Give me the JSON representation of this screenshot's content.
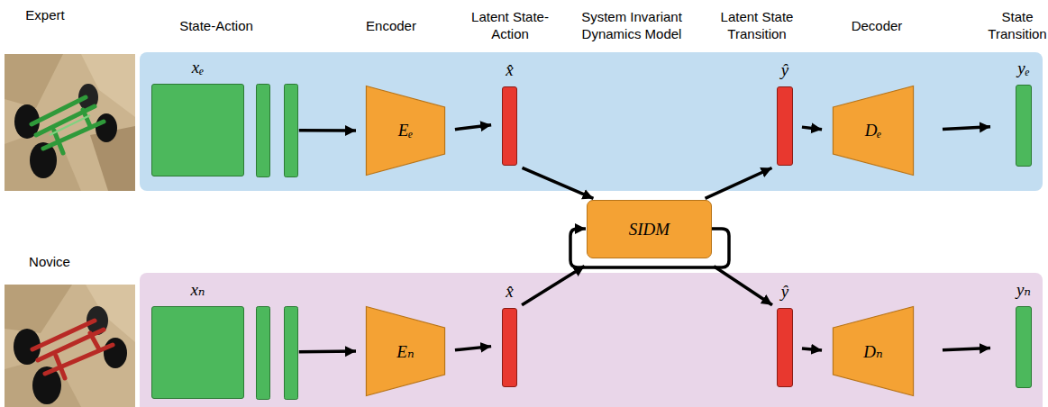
{
  "diagram": {
    "nodes": [
      {
        "text": [
          "xₑ"
        ]
      },
      {
        "text": [
          "Eₑ"
        ]
      },
      {
        "text": [
          "x̂"
        ]
      },
      {
        "text": [
          "SIDM"
        ]
      },
      {
        "text": [
          "ŷ"
        ]
      },
      {
        "text": [
          "Dₑ"
        ]
      },
      {
        "text": [
          "yₑ"
        ]
      },
      {
        "text": [
          "xₙ"
        ]
      },
      {
        "text": [
          "Eₙ"
        ]
      },
      {
        "text": [
          "x̂"
        ]
      },
      {
        "text": [
          "ŷ"
        ]
      },
      {
        "text": [
          "Dₙ"
        ]
      },
      {
        "text": [
          "yₙ"
        ]
      }
    ],
    "edges": [
      {
        "from": 0,
        "to": 1,
        "arrow": "to"
      },
      {
        "from": 1,
        "to": 2,
        "arrow": "to"
      },
      {
        "from": 2,
        "to": 3,
        "arrow": "to"
      },
      {
        "from": 3,
        "to": 4,
        "arrow": "to"
      },
      {
        "from": 4,
        "to": 5,
        "arrow": "to"
      },
      {
        "from": 5,
        "to": 6,
        "arrow": "to"
      },
      {
        "from": 7,
        "to": 8,
        "arrow": "to"
      },
      {
        "from": 8,
        "to": 9,
        "arrow": "to"
      },
      {
        "from": 9,
        "to": 3,
        "arrow": "to"
      },
      {
        "from": 3,
        "to": 10,
        "arrow": "to"
      },
      {
        "from": 10,
        "to": 11,
        "arrow": "to"
      },
      {
        "from": 11,
        "to": 12,
        "arrow": "to"
      }
    ],
    "labels": [
      "Expert",
      "Novice",
      "State-Action",
      "Encoder",
      "Latent State-Action",
      "System Invariant Dynamics Model",
      "Latent State Transition",
      "Decoder",
      "State Transition"
    ]
  }
}
